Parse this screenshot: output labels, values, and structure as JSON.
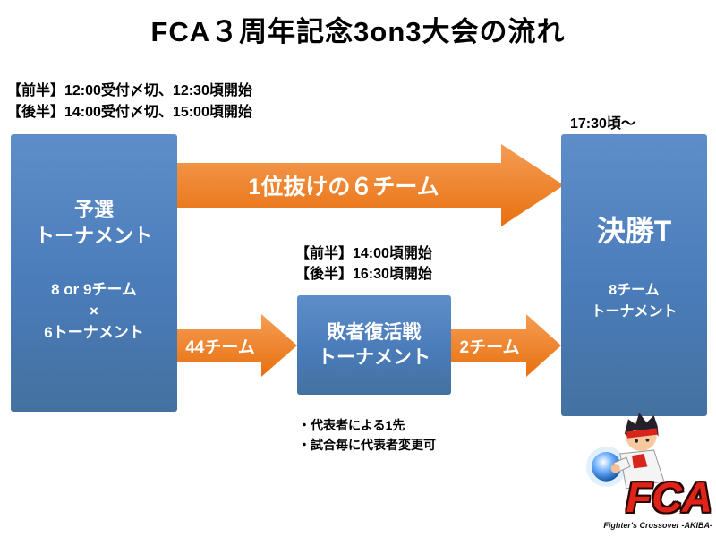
{
  "title": "FCA３周年記念3on3大会の流れ",
  "schedule_top": {
    "line1": "【前半】12:00受付〆切、12:30頃開始",
    "line2": "【後半】14:00受付〆切、15:00頃開始"
  },
  "final_time": "17:30頃〜",
  "boxes": {
    "qualifier": {
      "title1": "予選",
      "title2": "トーナメント",
      "detail1": "8 or 9チーム",
      "detail2": "×",
      "detail3": "6トーナメント"
    },
    "losers": {
      "title1": "敗者復活戦",
      "title2": "トーナメント"
    },
    "final": {
      "title": "決勝T",
      "detail1": "8チーム",
      "detail2": "トーナメント"
    }
  },
  "arrows": {
    "top": "1位抜けの６チーム",
    "left": "44チーム",
    "right": "2チーム"
  },
  "losers_schedule": {
    "line1": "【前半】14:00頃開始",
    "line2": "【後半】16:30頃開始"
  },
  "notes": {
    "line1": "・代表者による1先",
    "line2": "・試合毎に代表者変更可"
  },
  "logo": {
    "text": "FCA",
    "tagline": "Fighter's Crossover -AKIBA-"
  },
  "colors": {
    "box_blue": "#4A7CBA",
    "arrow_orange": "#ED7D31",
    "logo_red": "#E02318"
  }
}
